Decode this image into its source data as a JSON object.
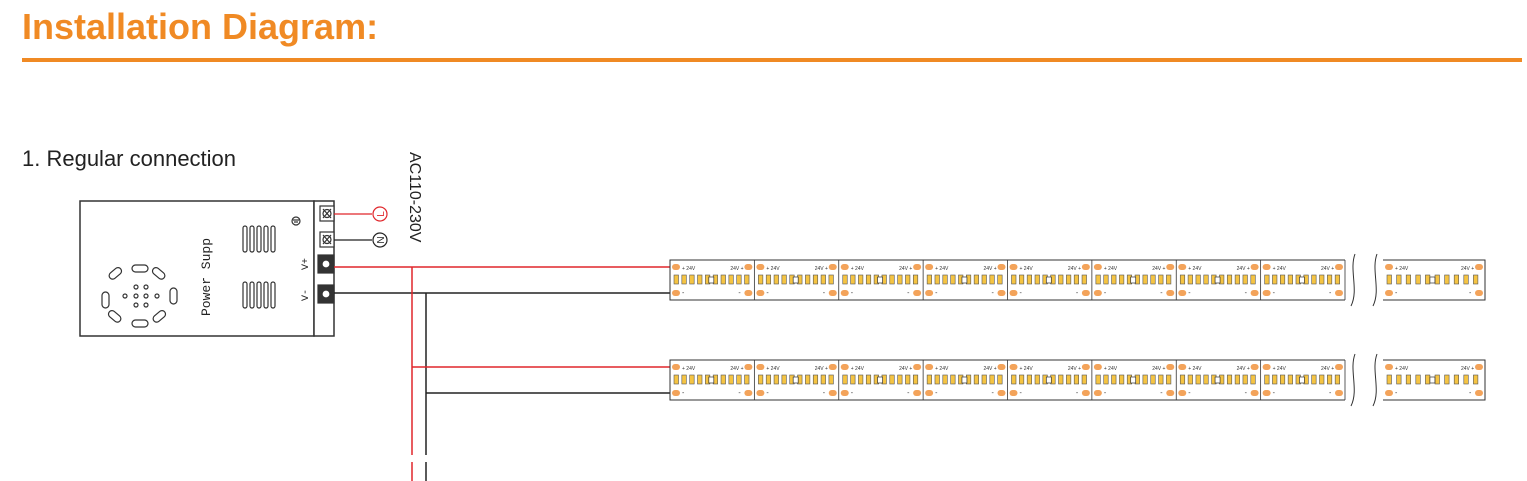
{
  "title": "Installation Diagram:",
  "section": "1. Regular connection",
  "power_supply": {
    "label": "Power Supp",
    "terminals": {
      "vplus": "V+",
      "vminus": "V-"
    },
    "ac_inputs": {
      "live": "L",
      "neutral": "N"
    }
  },
  "ac_voltage": "AC110-230V",
  "strip": {
    "voltage_label": "24V",
    "plus": "+",
    "minus": "-",
    "segments_before_break": 8,
    "segments_after_break": 1
  },
  "colors": {
    "accent": "#f08a24",
    "positive_wire": "#e0262b",
    "negative_wire": "#222222",
    "led": "#f5c443",
    "pad": "#f3a35a"
  },
  "icons": [
    "ground-icon",
    "fan-grille-icon",
    "vent-slots-icon",
    "break-icon"
  ]
}
